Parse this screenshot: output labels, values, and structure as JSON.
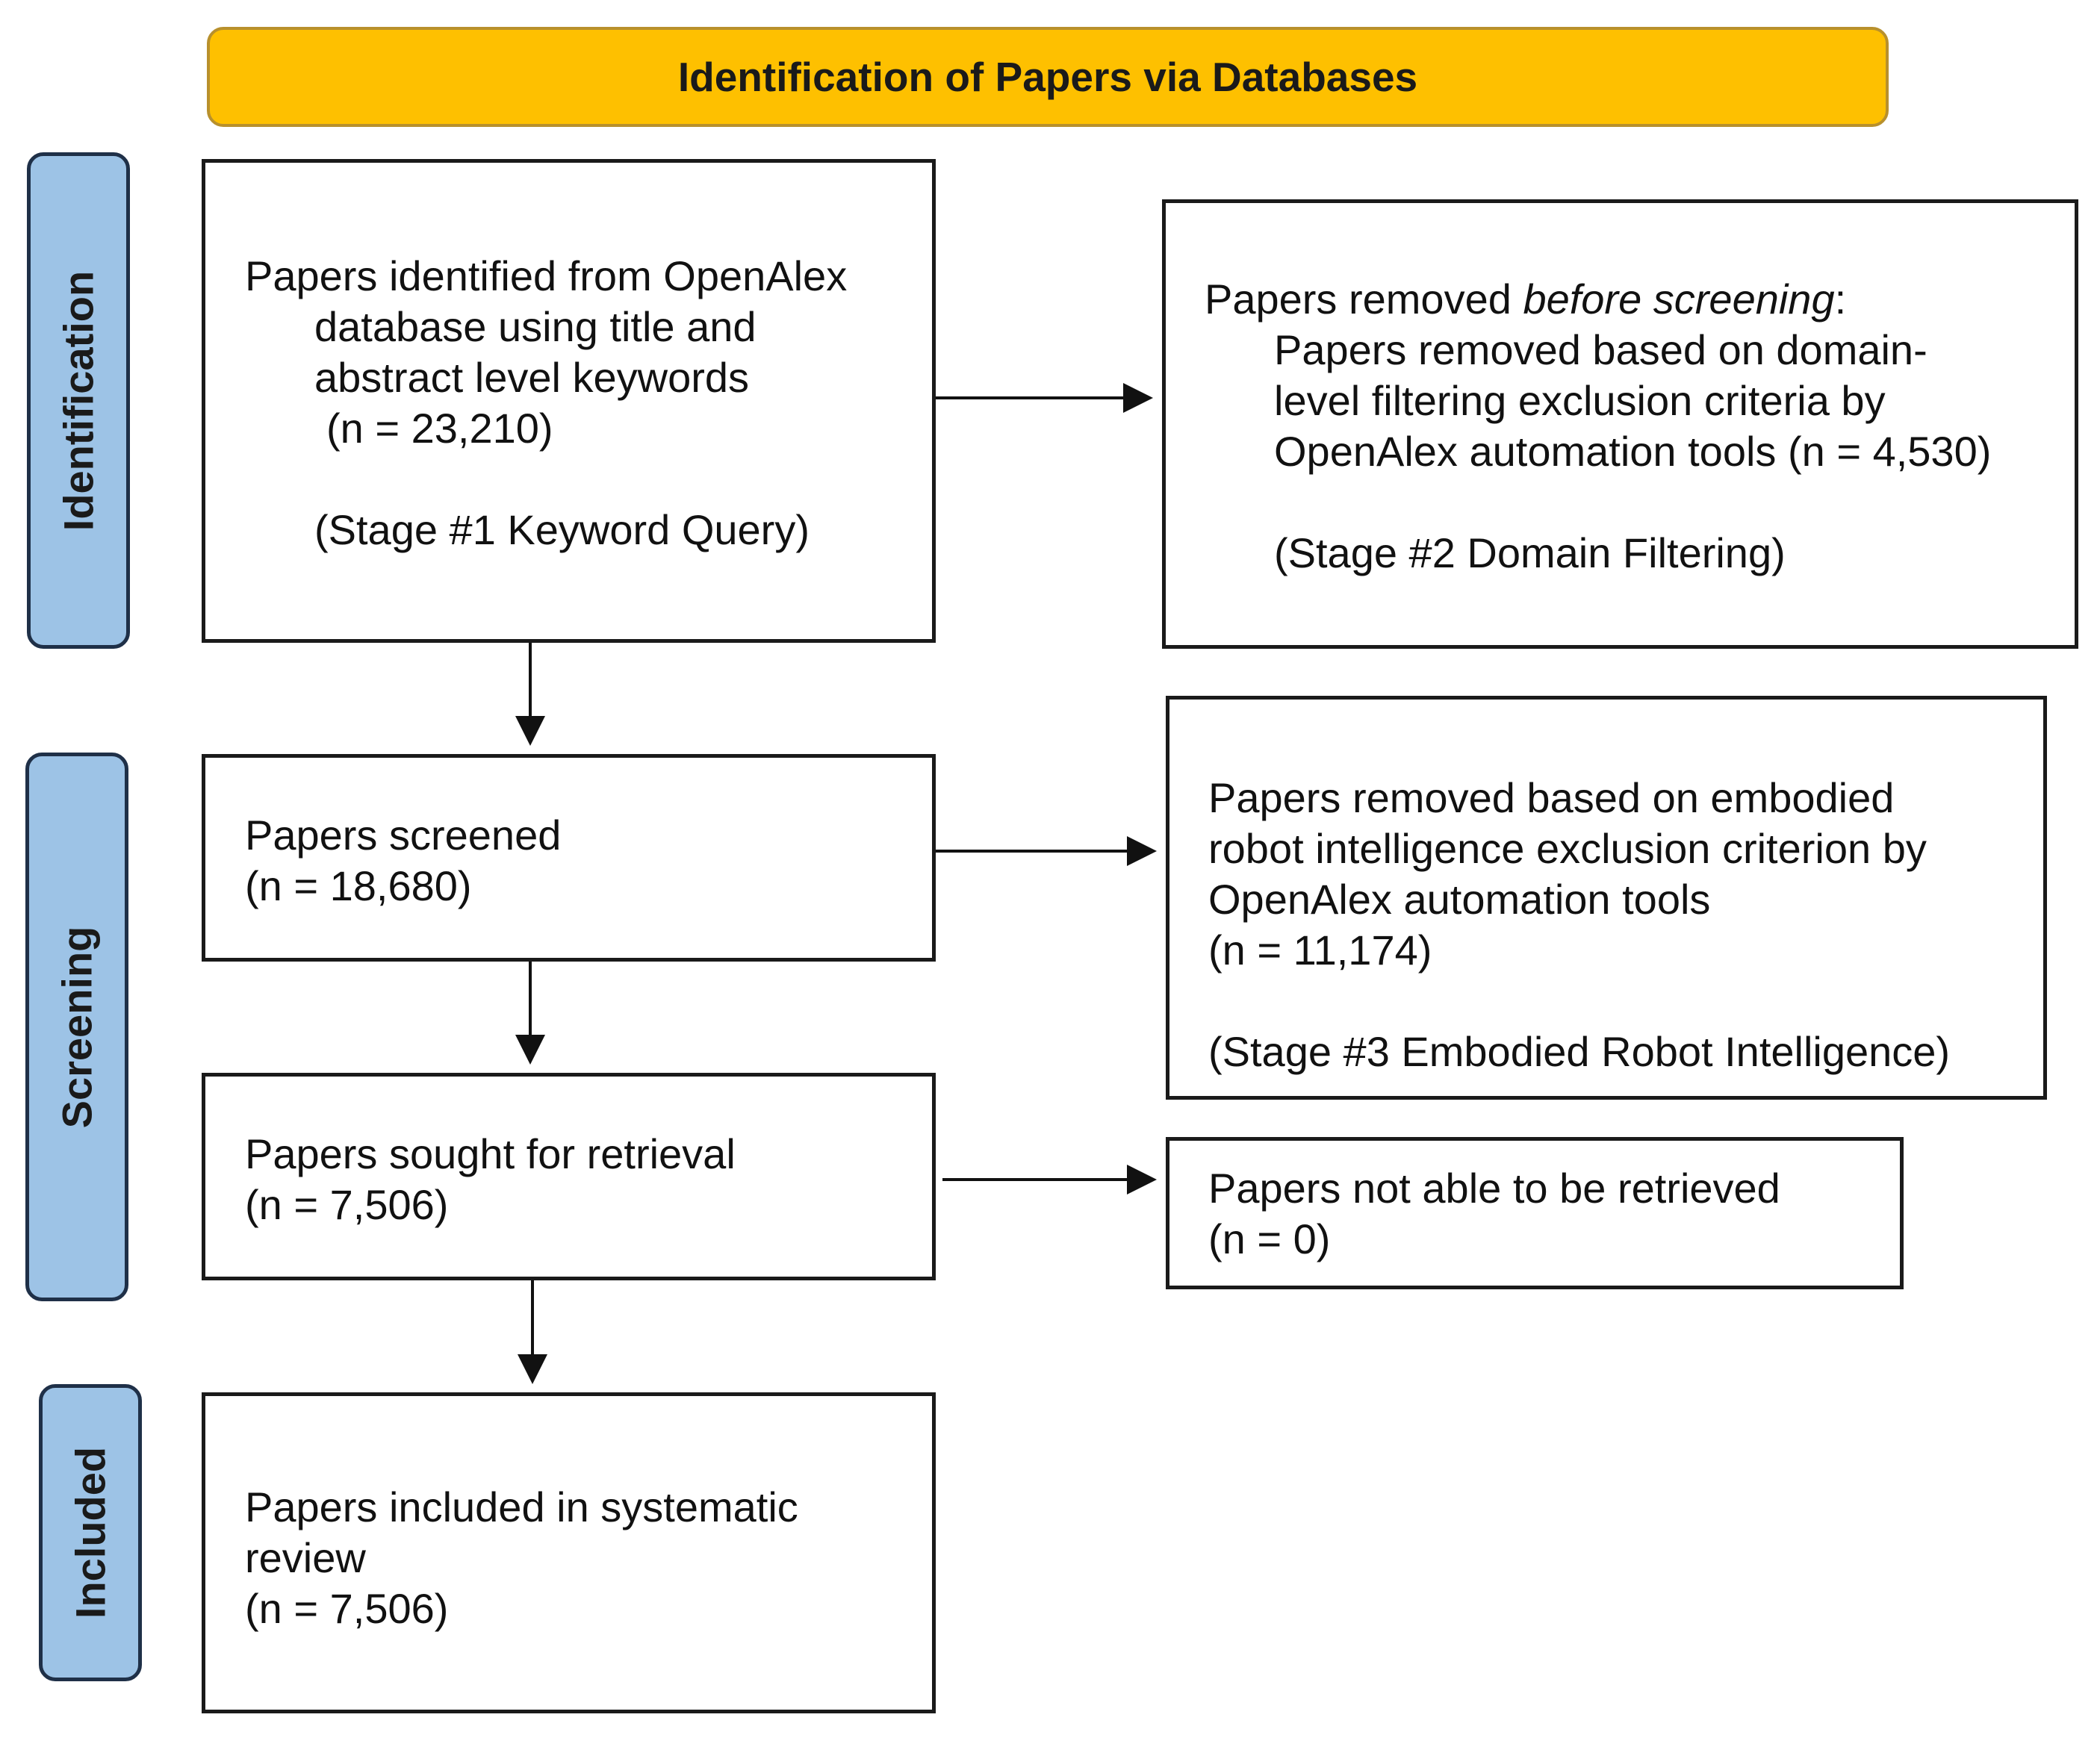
{
  "header": {
    "title": "Identification of Papers via Databases"
  },
  "phases": {
    "identification": "Identification",
    "screening": "Screening",
    "included": "Included"
  },
  "boxes": {
    "identified": {
      "line1": "Papers identified from OpenAlex",
      "line2": "database using title and",
      "line3": "abstract level keywords",
      "count": "(n = 23,210)",
      "stage": "(Stage #1 Keyword Query)"
    },
    "removed_before": {
      "prefix": "Papers removed ",
      "emphasis": "before screening",
      "suffix": ":",
      "line2": "Papers removed based on domain-",
      "line3": "level filtering exclusion criteria by",
      "line4": "OpenAlex automation tools (n = 4,530)",
      "stage": "(Stage #2 Domain Filtering)"
    },
    "screened": {
      "line1": "Papers screened",
      "count": "(n = 18,680)"
    },
    "removed_embodied": {
      "line1": "Papers removed based on embodied",
      "line2": "robot intelligence exclusion criterion by",
      "line3": "OpenAlex automation tools",
      "count": "(n = 11,174)",
      "stage": "(Stage #3 Embodied Robot Intelligence)"
    },
    "sought": {
      "line1": "Papers sought for retrieval",
      "count": "(n = 7,506)"
    },
    "not_retrieved": {
      "line1": "Papers not able to be retrieved",
      "count": "(n = 0)"
    },
    "included": {
      "line1": "Papers included in systematic",
      "line2": "review",
      "count": "(n = 7,506)"
    }
  },
  "colors": {
    "banner_fill": "#fec000",
    "banner_border": "#b8902c",
    "phase_fill": "#9dc3e6",
    "phase_border": "#1f3048",
    "box_border": "#1a1a1a"
  }
}
